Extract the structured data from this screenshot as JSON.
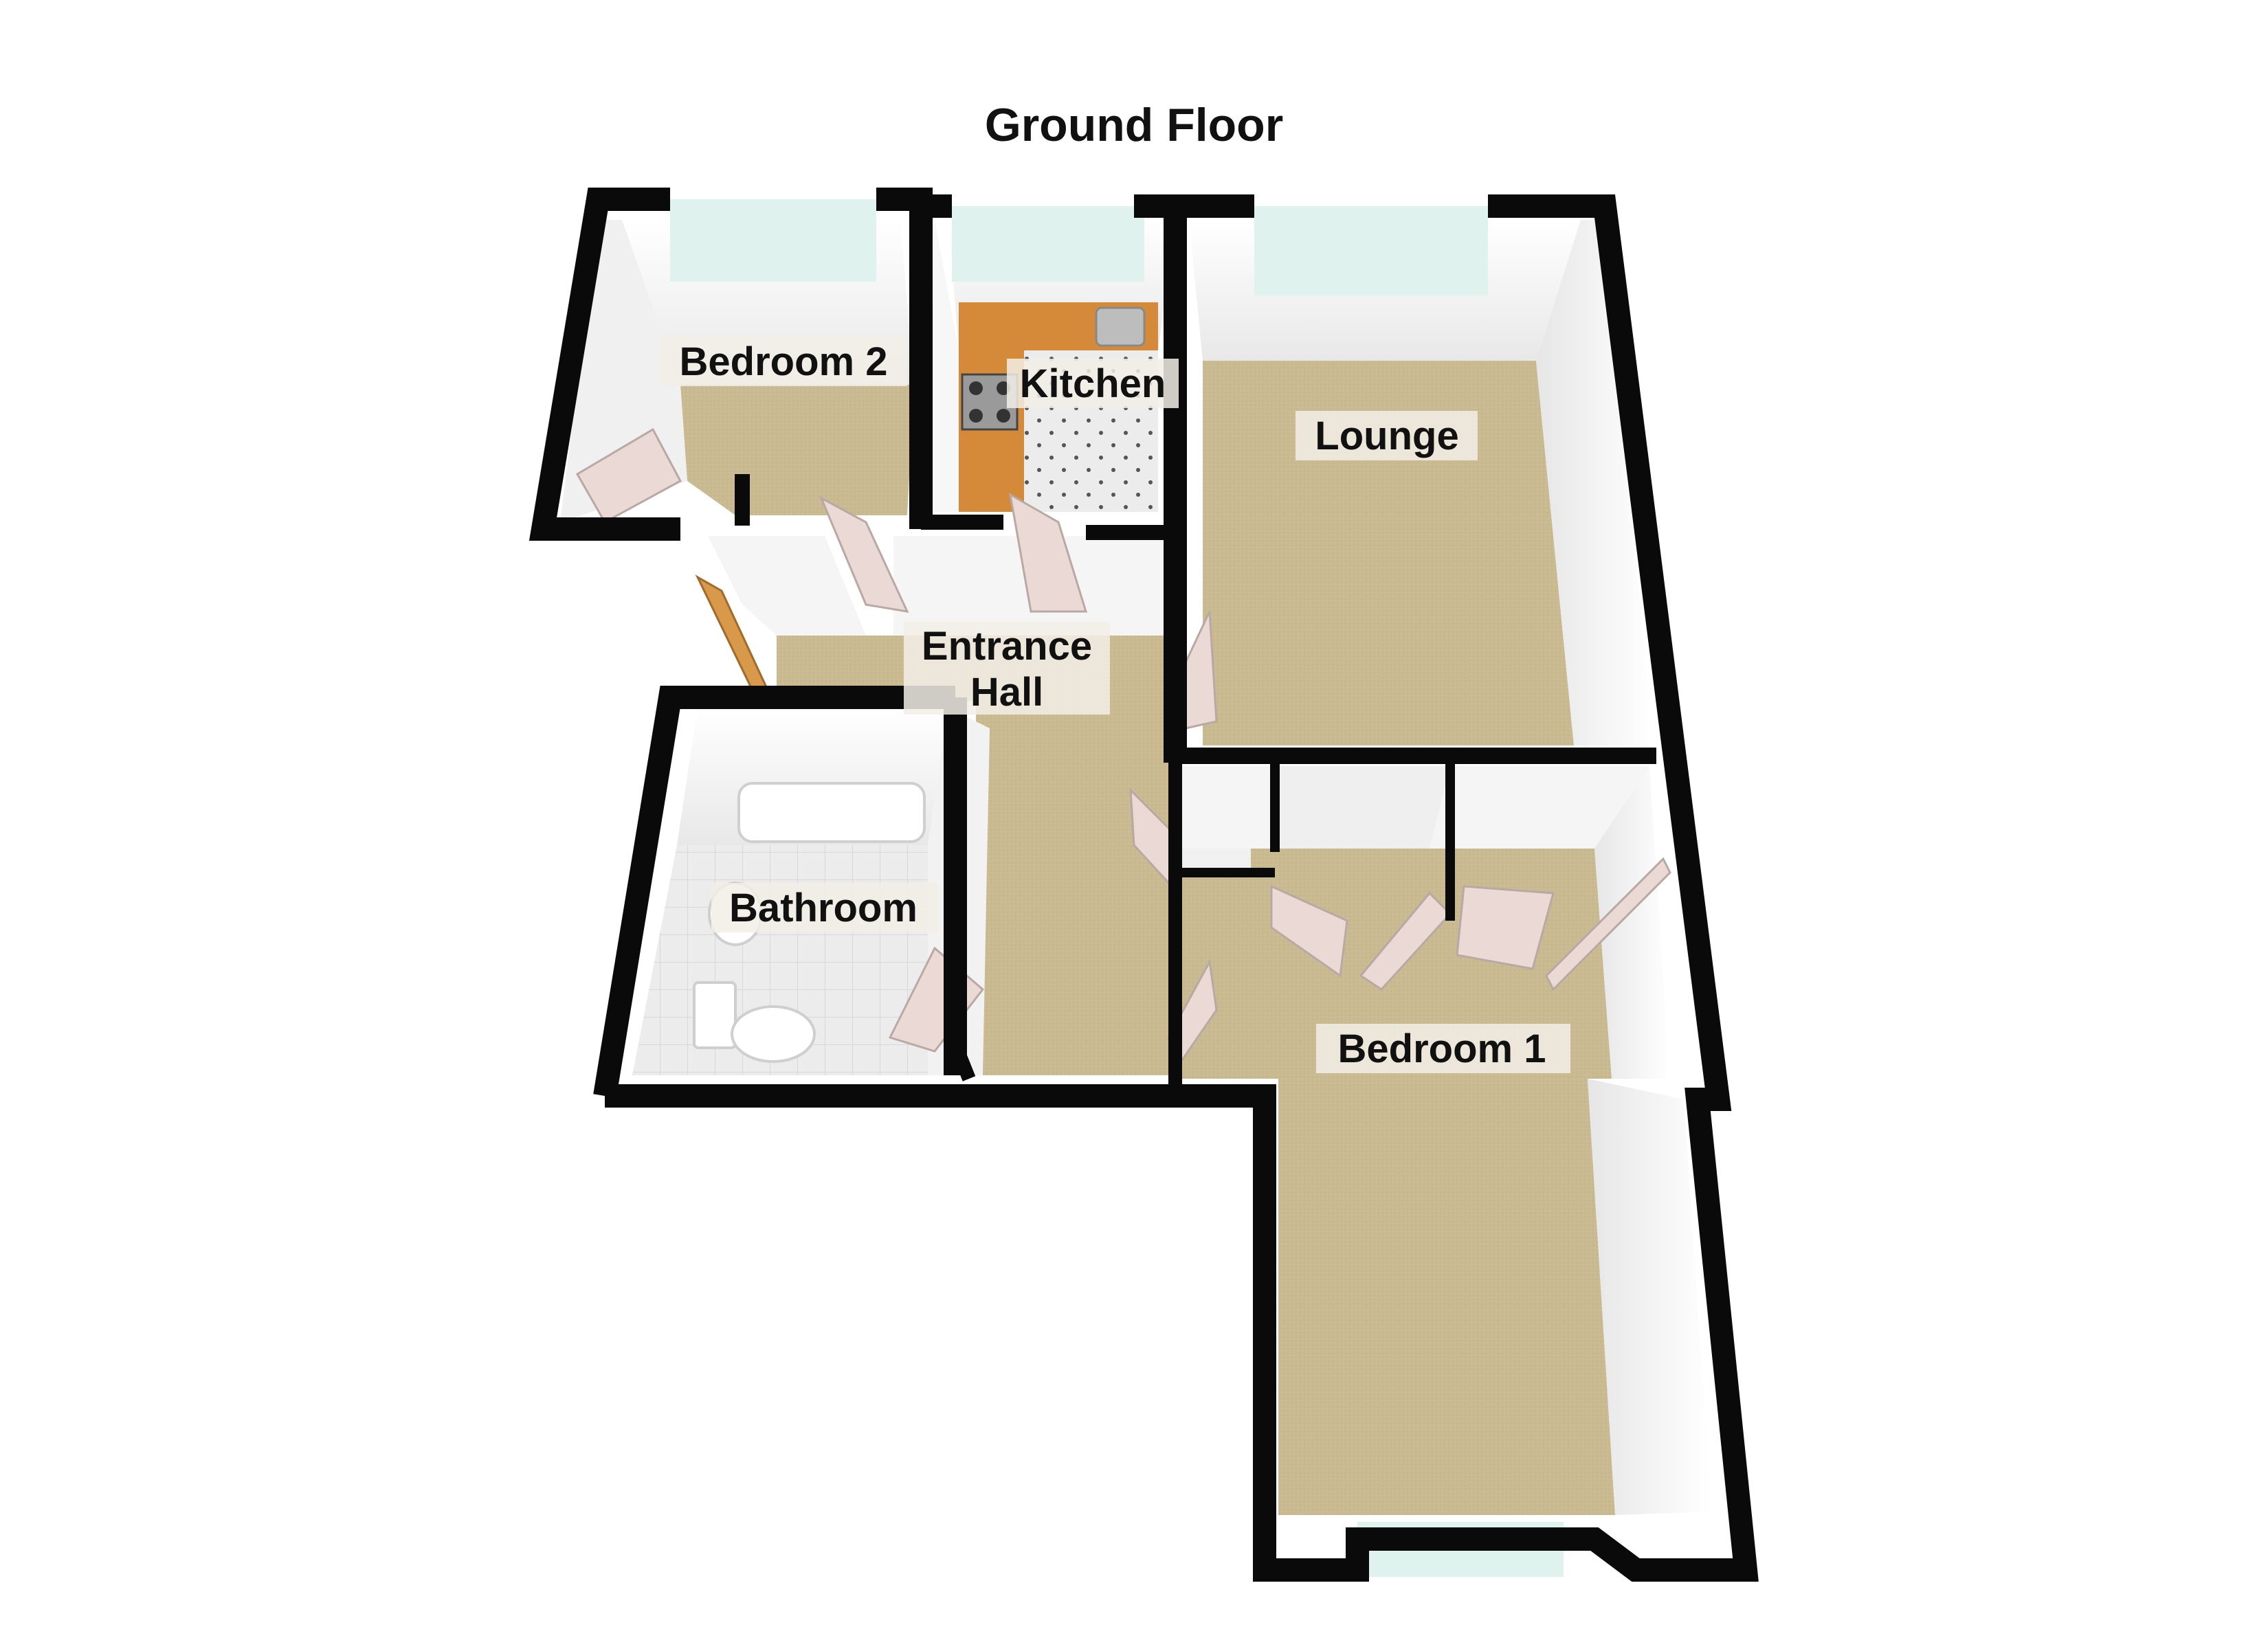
{
  "plan": {
    "title": "Ground Floor",
    "rooms": [
      {
        "id": "bedroom-2",
        "label": "Bedroom 2"
      },
      {
        "id": "kitchen",
        "label": "Kitchen"
      },
      {
        "id": "lounge",
        "label": "Lounge"
      },
      {
        "id": "entrance-hall",
        "label_line1": "Entrance",
        "label_line2": "Hall"
      },
      {
        "id": "bathroom",
        "label": "Bathroom"
      },
      {
        "id": "bedroom-1",
        "label": "Bedroom 1"
      }
    ]
  },
  "colors": {
    "wall": "#0a0a0a",
    "carpet": "#c8b98f",
    "inner_wall": "#f3f3f3",
    "window_glass": "#dff2ee",
    "kitchen_counter": "#d58a3a",
    "tile": "#e6e6e6",
    "door": "#ead9d4"
  }
}
